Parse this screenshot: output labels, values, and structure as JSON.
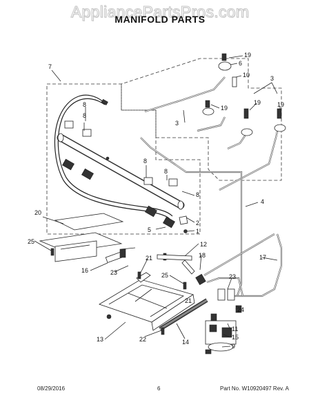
{
  "watermark": "AppliancePartsPros.com",
  "title": "MANIFOLD PARTS",
  "footer": {
    "date": "08/29/2016",
    "page": "6",
    "part_number": "Part No.  W10920497  Rev. A"
  },
  "callouts": {
    "c1": "1",
    "c2": "2",
    "c3a": "3",
    "c3b": "3",
    "c4": "4",
    "c5": "5",
    "c6": "6",
    "c7": "7",
    "c8a": "8",
    "c8b": "8",
    "c8c": "8",
    "c8d": "8",
    "c9": "9",
    "c10": "10",
    "c11": "11",
    "c12": "12",
    "c13": "13",
    "c14": "14",
    "c15": "15",
    "c16": "16",
    "c17": "17",
    "c18": "18",
    "c19a": "19",
    "c19b": "19",
    "c19c": "19",
    "c19d": "19",
    "c20": "20",
    "c21a": "21",
    "c21b": "21",
    "c22": "22",
    "c23a": "23",
    "c23b": "23",
    "c24": "24",
    "c25a": "25",
    "c25b": "25"
  }
}
